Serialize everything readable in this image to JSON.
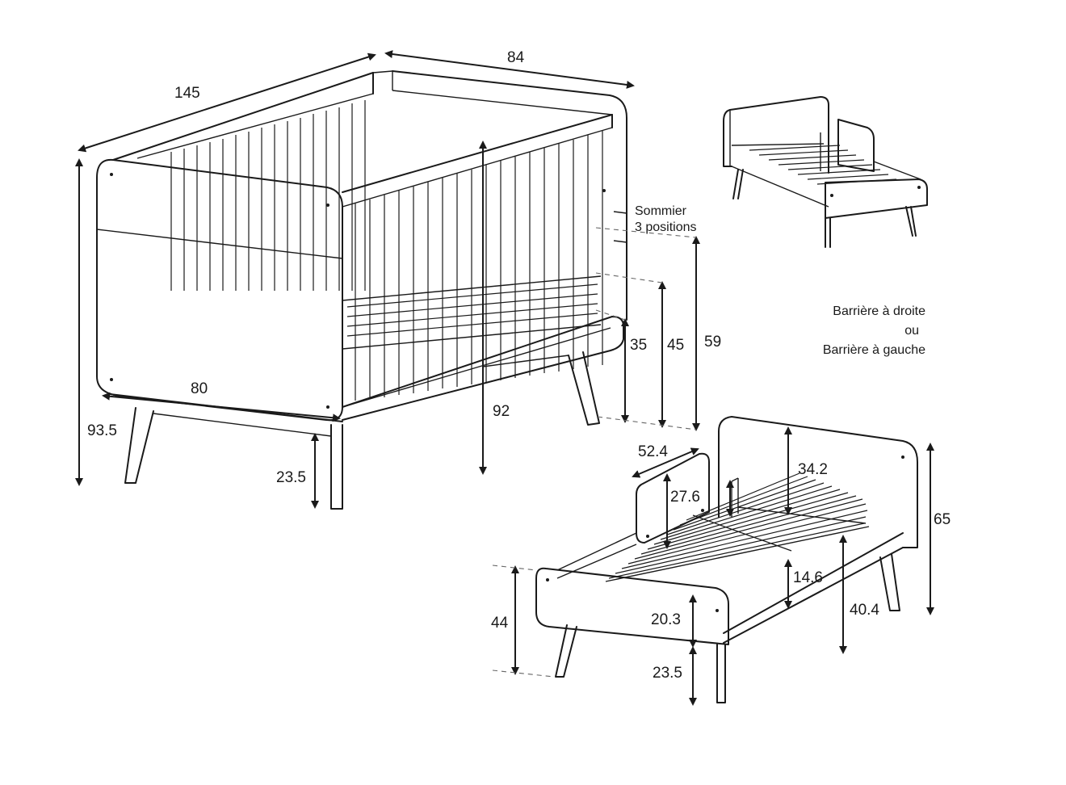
{
  "crib": {
    "dims": {
      "length": "145",
      "depth": "84",
      "height_total": "93.5",
      "inner_width": "80",
      "leg_height": "23.5",
      "slat_height": "92",
      "base_35": "35",
      "base_45": "45",
      "base_59": "59"
    },
    "note": [
      "Sommier",
      "3 positions"
    ]
  },
  "bed": {
    "dims": {
      "rail_length": "52.4",
      "rail_height": "27.6",
      "head_above": "34.2",
      "total_height": "65",
      "side_height": "14.6",
      "frame_height": "40.4",
      "end_height": "44",
      "panel_height": "20.3",
      "leg_height": "23.5"
    },
    "note": [
      "Barrière à droite",
      "ou",
      "Barrière à gauche"
    ]
  }
}
